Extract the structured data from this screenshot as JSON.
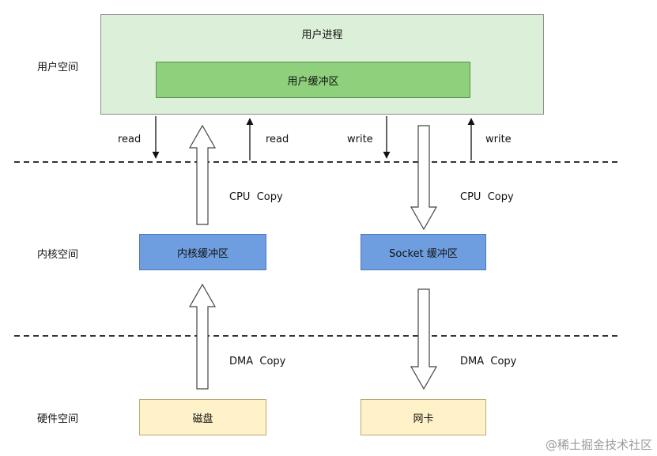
{
  "zones": {
    "user_space": "用户空间",
    "kernel_space": "内核空间",
    "hardware_space": "硬件空间"
  },
  "boxes": {
    "user_process": "用户进程",
    "user_buffer": "用户缓冲区",
    "kernel_buffer": "内核缓冲区",
    "socket_buffer": "Socket 缓冲区",
    "disk": "磁盘",
    "nic": "网卡"
  },
  "calls": {
    "read_down": "read",
    "read_up": "read",
    "write_down": "write",
    "write_up": "write"
  },
  "copies": {
    "cpu_copy_read": "CPU  Copy",
    "cpu_copy_write": "CPU  Copy",
    "dma_copy_read": "DMA  Copy",
    "dma_copy_write": "DMA  Copy"
  },
  "watermark": "@稀土掘金技术社区",
  "colors": {
    "user_process_fill": "#dcefd8",
    "user_buffer_fill": "#8ed07c",
    "kernel_fill": "#6f9ee0",
    "hardware_fill": "#fff2c8"
  }
}
